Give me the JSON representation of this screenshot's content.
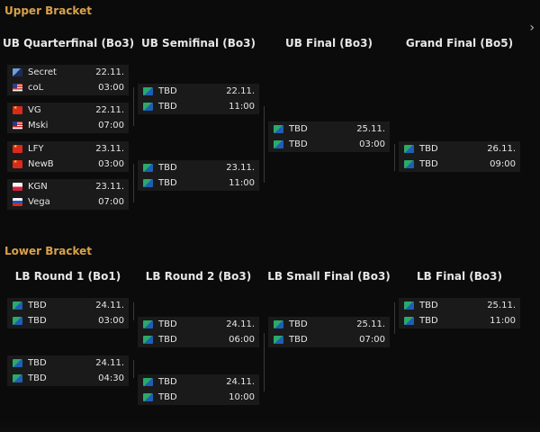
{
  "upper": {
    "title": "Upper Bracket",
    "columns": [
      "UB Quarterfinal (Bo3)",
      "UB Semifinal (Bo3)",
      "UB Final (Bo3)",
      "Grand Final (Bo5)"
    ]
  },
  "lower": {
    "title": "Lower Bracket",
    "columns": [
      "LB Round 1 (Bo1)",
      "LB Round 2 (Bo3)",
      "LB Small Final (Bo3)",
      "LB Final (Bo3)"
    ]
  },
  "nav": {
    "next_icon": "chevron-right-icon",
    "glyph": "›"
  },
  "colors": {
    "section_title": "#d9a24a",
    "match_bg": "#1a1a1a",
    "page_bg": "#0b0b0b"
  },
  "matches": {
    "ubqf1": {
      "team1": "Secret",
      "flag1": "secret",
      "team2": "coL",
      "flag2": "us",
      "date": "22.11.",
      "time": "03:00"
    },
    "ubqf2": {
      "team1": "VG",
      "flag1": "cn",
      "team2": "Mski",
      "flag2": "my",
      "date": "22.11.",
      "time": "07:00"
    },
    "ubqf3": {
      "team1": "LFY",
      "flag1": "cn",
      "team2": "NewB",
      "flag2": "cn",
      "date": "23.11.",
      "time": "03:00"
    },
    "ubqf4": {
      "team1": "KGN",
      "flag1": "pl",
      "team2": "Vega",
      "flag2": "ru",
      "date": "23.11.",
      "time": "07:00"
    },
    "ubsf1": {
      "team1": "TBD",
      "flag1": "tbd",
      "team2": "TBD",
      "flag2": "tbd",
      "date": "22.11.",
      "time": "11:00"
    },
    "ubsf2": {
      "team1": "TBD",
      "flag1": "tbd",
      "team2": "TBD",
      "flag2": "tbd",
      "date": "23.11.",
      "time": "11:00"
    },
    "ubf": {
      "team1": "TBD",
      "flag1": "tbd",
      "team2": "TBD",
      "flag2": "tbd",
      "date": "25.11.",
      "time": "03:00"
    },
    "gf": {
      "team1": "TBD",
      "flag1": "tbd",
      "team2": "TBD",
      "flag2": "tbd",
      "date": "26.11.",
      "time": "09:00"
    },
    "lbr1a": {
      "team1": "TBD",
      "flag1": "tbd",
      "team2": "TBD",
      "flag2": "tbd",
      "date": "24.11.",
      "time": "03:00"
    },
    "lbr1b": {
      "team1": "TBD",
      "flag1": "tbd",
      "team2": "TBD",
      "flag2": "tbd",
      "date": "24.11.",
      "time": "04:30"
    },
    "lbr2a": {
      "team1": "TBD",
      "flag1": "tbd",
      "team2": "TBD",
      "flag2": "tbd",
      "date": "24.11.",
      "time": "06:00"
    },
    "lbr2b": {
      "team1": "TBD",
      "flag1": "tbd",
      "team2": "TBD",
      "flag2": "tbd",
      "date": "24.11.",
      "time": "10:00"
    },
    "lbsf": {
      "team1": "TBD",
      "flag1": "tbd",
      "team2": "TBD",
      "flag2": "tbd",
      "date": "25.11.",
      "time": "07:00"
    },
    "lbf": {
      "team1": "TBD",
      "flag1": "tbd",
      "team2": "TBD",
      "flag2": "tbd",
      "date": "25.11.",
      "time": "11:00"
    }
  }
}
